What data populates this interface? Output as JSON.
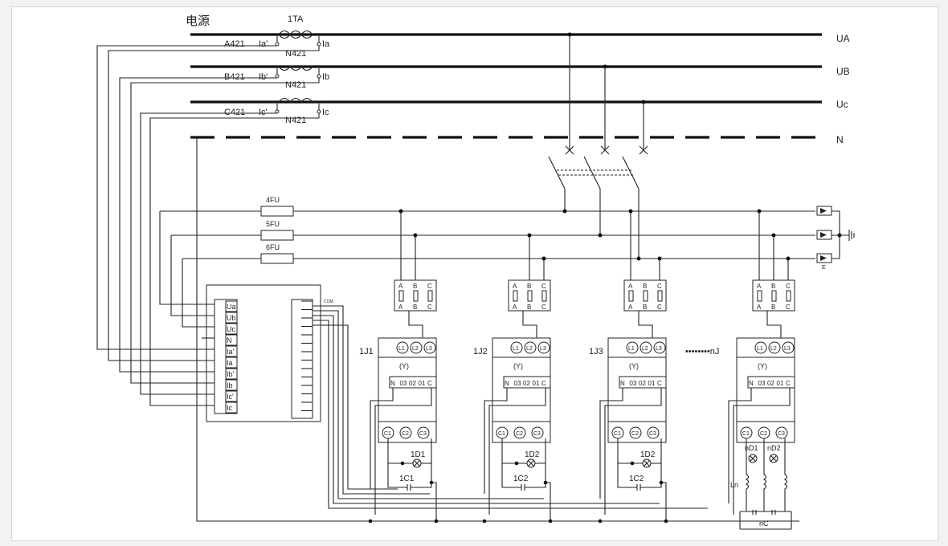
{
  "colors": {
    "line": "#222222",
    "background": "#ffffff",
    "frame": "#f2f2f2"
  },
  "header": {
    "power_label": "电源",
    "ct_label": "1TA"
  },
  "buses": [
    {
      "name": "UA",
      "phase": "A421",
      "current_in": "Ia'",
      "current_out": "Ia",
      "neutral": "N421"
    },
    {
      "name": "UB",
      "phase": "B421",
      "current_in": "Ib'",
      "current_out": "Ib",
      "neutral": "N421"
    },
    {
      "name": "Uc",
      "phase": "C421",
      "current_in": "Ic'",
      "current_out": "Ic",
      "neutral": "N421"
    },
    {
      "name": "N"
    }
  ],
  "fuses": [
    "4FU",
    "5FU",
    "6FU"
  ],
  "ground_label": "E",
  "meter": {
    "terminals": [
      "Ua",
      "Ub",
      "Uc",
      "N",
      "Ia'",
      "Ia",
      "Ib'",
      "Ib",
      "Ic'",
      "Ic"
    ],
    "com_label": "COM"
  },
  "phase_labels": [
    "A",
    "B",
    "C"
  ],
  "contactors": [
    {
      "name": "1J1",
      "top": [
        "L1",
        "L2",
        "L3"
      ],
      "mid": "(Y)",
      "pins": [
        "N",
        "03",
        "02",
        "01",
        "C"
      ],
      "bottom": [
        "C1",
        "C2",
        "C3"
      ],
      "lamp": "1D1",
      "cap": "1C1"
    },
    {
      "name": "1J2",
      "top": [
        "L1",
        "L2",
        "L3"
      ],
      "mid": "(Y)",
      "pins": [
        "N",
        "03",
        "02",
        "01",
        "C"
      ],
      "bottom": [
        "C1",
        "C2",
        "C3"
      ],
      "lamp": "1D2",
      "cap": "1C2"
    },
    {
      "name": "1J3",
      "top": [
        "L1",
        "L2",
        "L3"
      ],
      "mid": "(Y)",
      "pins": [
        "N",
        "03",
        "02",
        "01",
        "C"
      ],
      "bottom": [
        "C1",
        "C2",
        "C3"
      ],
      "lamp": "1D2",
      "cap": "1C2"
    },
    {
      "name": "••••••••nJ",
      "top": [
        "L1",
        "L2",
        "L3"
      ],
      "mid": "(Y)",
      "pins": [
        "N",
        "03",
        "02",
        "01",
        "C"
      ],
      "bottom": [
        "C1",
        "C2",
        "C3"
      ],
      "lamp": "nD1",
      "lamp2": "nD2",
      "inductor": "Ln",
      "cap": "nC"
    }
  ]
}
